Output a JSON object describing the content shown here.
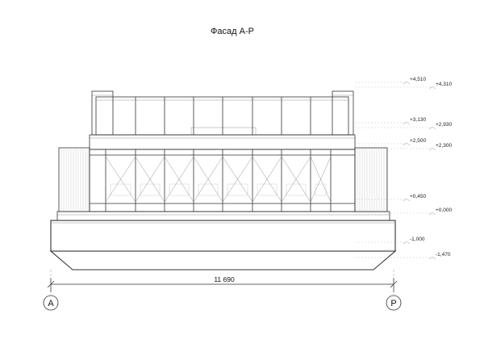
{
  "title": "Фасад А-Р",
  "levels": [
    {
      "label": "+4,510"
    },
    {
      "label": "+4,310"
    },
    {
      "label": "+3,130"
    },
    {
      "label": "+2,930"
    },
    {
      "label": "+2,500"
    },
    {
      "label": "+2,300"
    },
    {
      "label": "+0,450"
    },
    {
      "label": "+0,000"
    },
    {
      "label": "-1,000"
    },
    {
      "label": "-1,470"
    }
  ],
  "overall_dimension": "11 690",
  "axes": {
    "left": "А",
    "right": "Р"
  }
}
